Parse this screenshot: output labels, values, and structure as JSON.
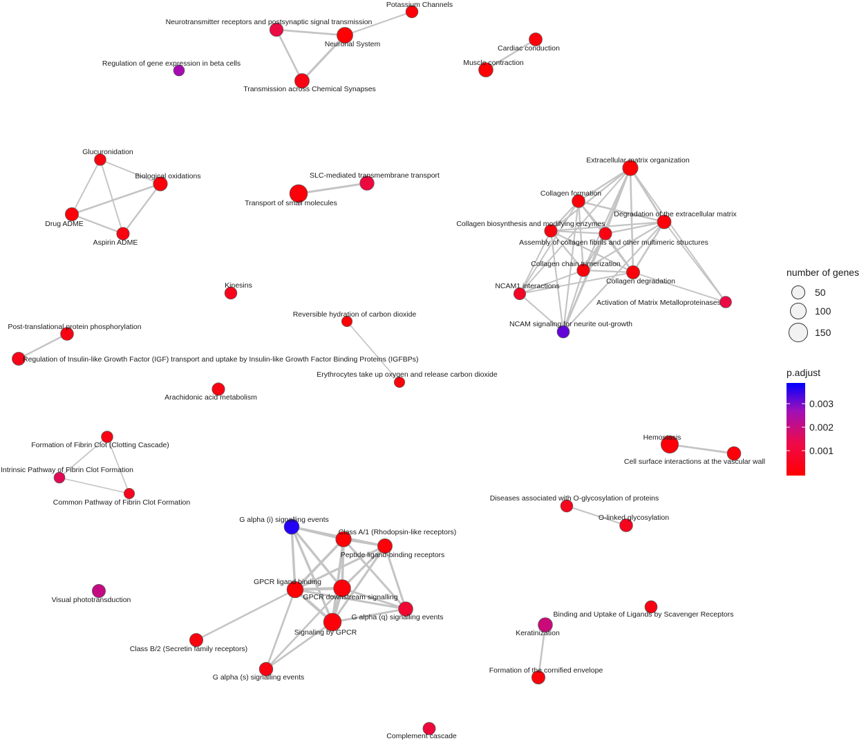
{
  "legend": {
    "size_title": "number of genes",
    "size_levels": [
      50,
      100,
      150
    ],
    "color_title": "p.adjust",
    "color_ticks": [
      "0.003",
      "0.002",
      "0.001"
    ],
    "color_low": "#ff0000",
    "color_high": "#0000ff"
  },
  "nodes": [
    {
      "id": "potassium",
      "label": "Potassium Channels",
      "genes": 38,
      "padj": 0.0002
    },
    {
      "id": "neurotrans",
      "label": "Neurotransmitter receptors and postsynaptic signal transmission",
      "genes": 58,
      "padj": 0.0014
    },
    {
      "id": "neuronal",
      "label": "Neuronal System",
      "genes": 110,
      "padj": 0.0001
    },
    {
      "id": "transchem",
      "label": "Transmission across Chemical Synapses",
      "genes": 80,
      "padj": 0.0004
    },
    {
      "id": "betacells",
      "label": "Regulation of gene expression in beta cells",
      "genes": 22,
      "padj": 0.0026
    },
    {
      "id": "cardiac",
      "label": "Cardiac conduction",
      "genes": 52,
      "padj": 0.0002
    },
    {
      "id": "muscle",
      "label": "Muscle contraction",
      "genes": 75,
      "padj": 0.0001
    },
    {
      "id": "glucuron",
      "label": "Glucuronidation",
      "genes": 30,
      "padj": 0.0003
    },
    {
      "id": "bioox",
      "label": "Biological oxidations",
      "genes": 70,
      "padj": 0.0002
    },
    {
      "id": "drugadme",
      "label": "Drug ADME",
      "genes": 55,
      "padj": 0.0002
    },
    {
      "id": "aspirin",
      "label": "Aspirin ADME",
      "genes": 45,
      "padj": 0.0003
    },
    {
      "id": "slc",
      "label": "SLC-mediated transmembrane transport",
      "genes": 72,
      "padj": 0.0013
    },
    {
      "id": "transportsmall",
      "label": "Transport of small molecules",
      "genes": 160,
      "padj": 0.0002
    },
    {
      "id": "ecmorg",
      "label": "Extracellular matrix organization",
      "genes": 98,
      "padj": 0.0001
    },
    {
      "id": "collform",
      "label": "Collagen formation",
      "genes": 50,
      "padj": 0.0002
    },
    {
      "id": "degecm",
      "label": "Degradation of the extracellular matrix",
      "genes": 65,
      "padj": 0.0002
    },
    {
      "id": "collbio",
      "label": "Collagen biosynthesis and modifying enzymes",
      "genes": 45,
      "padj": 0.0003
    },
    {
      "id": "assembly",
      "label": "Assembly of collagen fibrils and other multimeric structures",
      "genes": 45,
      "padj": 0.0004
    },
    {
      "id": "collchain",
      "label": "Collagen chain trimerization",
      "genes": 45,
      "padj": 0.0002
    },
    {
      "id": "colldeg",
      "label": "Collagen degradation",
      "genes": 55,
      "padj": 0.0002
    },
    {
      "id": "ncam1",
      "label": "NCAM1 interactions",
      "genes": 34,
      "padj": 0.0008
    },
    {
      "id": "mmp",
      "label": "Activation of Matrix Metalloproteinases",
      "genes": 30,
      "padj": 0.0014
    },
    {
      "id": "ncamsig",
      "label": "NCAM signaling for neurite out-growth",
      "genes": 40,
      "padj": 0.0031
    },
    {
      "id": "kinesins",
      "label": "Kinesins",
      "genes": 38,
      "padj": 0.0006
    },
    {
      "id": "revhyd",
      "label": "Reversible hydration of carbon dioxide",
      "genes": 18,
      "padj": 0.0001
    },
    {
      "id": "erythro",
      "label": "Erythrocytes take up oxygen and release carbon dioxide",
      "genes": 18,
      "padj": 0.0002
    },
    {
      "id": "posttrans",
      "label": "Post-translational protein phosphorylation",
      "genes": 50,
      "padj": 0.0004
    },
    {
      "id": "igfbp",
      "label": "Regulation of Insulin-like Growth Factor (IGF) transport and uptake by Insulin-like Growth Factor Binding Proteins (IGFBPs)",
      "genes": 52,
      "padj": 0.0005
    },
    {
      "id": "arach",
      "label": "Arachidonic acid metabolism",
      "genes": 45,
      "padj": 0.0004
    },
    {
      "id": "fibrinclot",
      "label": "Formation of Fibrin Clot (Clotting Cascade)",
      "genes": 30,
      "padj": 0.0004
    },
    {
      "id": "intrinsic",
      "label": "Intrinsic Pathway of Fibrin Clot Formation",
      "genes": 22,
      "padj": 0.0016
    },
    {
      "id": "common",
      "label": "Common Pathway of Fibrin Clot Formation",
      "genes": 18,
      "padj": 0.0006
    },
    {
      "id": "hemostasis",
      "label": "Hemostasis",
      "genes": 150,
      "padj": 0.0002
    },
    {
      "id": "cellsurf",
      "label": "Cell surface interactions at the vascular wall",
      "genes": 62,
      "padj": 0.0002
    },
    {
      "id": "oglydis",
      "label": "Diseases associated with O-glycosylation of proteins",
      "genes": 38,
      "padj": 0.0006
    },
    {
      "id": "olinked",
      "label": "O-linked glycosylation",
      "genes": 50,
      "padj": 0.0006
    },
    {
      "id": "gai",
      "label": "G alpha (i) signalling events",
      "genes": 90,
      "padj": 0.0035
    },
    {
      "id": "classa",
      "label": "Class A/1 (Rhodopsin-like receptors)",
      "genes": 100,
      "padj": 0.0001
    },
    {
      "id": "peptide",
      "label": "Peptide ligand-binding receptors",
      "genes": 80,
      "padj": 0.0002
    },
    {
      "id": "gpcrlig",
      "label": "GPCR ligand binding",
      "genes": 120,
      "padj": 0.0001
    },
    {
      "id": "gpcrdown",
      "label": "GPCR downstream signalling",
      "genes": 140,
      "padj": 0.0002
    },
    {
      "id": "gaq",
      "label": "G alpha (q) signalling events",
      "genes": 75,
      "padj": 0.001
    },
    {
      "id": "sigbygpcr",
      "label": "Signaling by GPCR",
      "genes": 160,
      "padj": 0.0002
    },
    {
      "id": "visual",
      "label": "Visual phototransduction",
      "genes": 55,
      "padj": 0.0021
    },
    {
      "id": "classb",
      "label": "Class B/2 (Secretin family receptors)",
      "genes": 55,
      "padj": 0.0003
    },
    {
      "id": "gas",
      "label": "G alpha (s) signalling events",
      "genes": 60,
      "padj": 0.0004
    },
    {
      "id": "scavenger",
      "label": "Binding and Uptake of Ligands by Scavenger Receptors",
      "genes": 40,
      "padj": 0.0004
    },
    {
      "id": "keratin",
      "label": "Keratinization",
      "genes": 75,
      "padj": 0.002
    },
    {
      "id": "cornified",
      "label": "Formation of the cornified envelope",
      "genes": 55,
      "padj": 0.0002
    },
    {
      "id": "complement",
      "label": "Complement cascade",
      "genes": 42,
      "padj": 0.0012
    }
  ],
  "edges": [
    [
      "neurotrans",
      "neuronal"
    ],
    [
      "neurotrans",
      "transchem"
    ],
    [
      "neuronal",
      "transchem"
    ],
    [
      "neuronal",
      "potassium"
    ],
    [
      "cardiac",
      "muscle"
    ],
    [
      "glucuron",
      "bioox"
    ],
    [
      "glucuron",
      "drugadme"
    ],
    [
      "glucuron",
      "aspirin"
    ],
    [
      "bioox",
      "drugadme"
    ],
    [
      "bioox",
      "aspirin"
    ],
    [
      "drugadme",
      "aspirin"
    ],
    [
      "transportsmall",
      "slc"
    ],
    [
      "ecmorg",
      "collform"
    ],
    [
      "ecmorg",
      "degecm"
    ],
    [
      "ecmorg",
      "collbio"
    ],
    [
      "ecmorg",
      "assembly"
    ],
    [
      "ecmorg",
      "collchain"
    ],
    [
      "ecmorg",
      "colldeg"
    ],
    [
      "ecmorg",
      "ncam1"
    ],
    [
      "ecmorg",
      "mmp"
    ],
    [
      "ecmorg",
      "ncamsig"
    ],
    [
      "collform",
      "collbio"
    ],
    [
      "collform",
      "assembly"
    ],
    [
      "collform",
      "collchain"
    ],
    [
      "collform",
      "colldeg"
    ],
    [
      "collform",
      "degecm"
    ],
    [
      "collform",
      "ncam1"
    ],
    [
      "collform",
      "ncamsig"
    ],
    [
      "degecm",
      "collbio"
    ],
    [
      "degecm",
      "assembly"
    ],
    [
      "degecm",
      "collchain"
    ],
    [
      "degecm",
      "colldeg"
    ],
    [
      "degecm",
      "mmp"
    ],
    [
      "degecm",
      "ncamsig"
    ],
    [
      "collbio",
      "assembly"
    ],
    [
      "collbio",
      "collchain"
    ],
    [
      "collbio",
      "colldeg"
    ],
    [
      "collbio",
      "ncam1"
    ],
    [
      "collbio",
      "ncamsig"
    ],
    [
      "assembly",
      "collchain"
    ],
    [
      "assembly",
      "colldeg"
    ],
    [
      "assembly",
      "ncamsig"
    ],
    [
      "collchain",
      "colldeg"
    ],
    [
      "collchain",
      "ncam1"
    ],
    [
      "collchain",
      "ncamsig"
    ],
    [
      "colldeg",
      "mmp"
    ],
    [
      "colldeg",
      "ncam1"
    ],
    [
      "ncam1",
      "ncamsig"
    ],
    [
      "revhyd",
      "erythro"
    ],
    [
      "posttrans",
      "igfbp"
    ],
    [
      "fibrinclot",
      "intrinsic"
    ],
    [
      "fibrinclot",
      "common"
    ],
    [
      "intrinsic",
      "common"
    ],
    [
      "hemostasis",
      "cellsurf"
    ],
    [
      "oglydis",
      "olinked"
    ],
    [
      "gai",
      "classa"
    ],
    [
      "gai",
      "peptide"
    ],
    [
      "gai",
      "gpcrlig"
    ],
    [
      "gai",
      "gpcrdown"
    ],
    [
      "gai",
      "sigbygpcr"
    ],
    [
      "classa",
      "peptide"
    ],
    [
      "classa",
      "gpcrlig"
    ],
    [
      "classa",
      "gpcrdown"
    ],
    [
      "classa",
      "sigbygpcr"
    ],
    [
      "peptide",
      "gpcrlig"
    ],
    [
      "peptide",
      "gpcrdown"
    ],
    [
      "peptide",
      "sigbygpcr"
    ],
    [
      "peptide",
      "gaq"
    ],
    [
      "gpcrlig",
      "gpcrdown"
    ],
    [
      "gpcrlig",
      "sigbygpcr"
    ],
    [
      "gpcrlig",
      "gaq"
    ],
    [
      "gpcrlig",
      "classb"
    ],
    [
      "gpcrlig",
      "gas"
    ],
    [
      "gpcrdown",
      "sigbygpcr"
    ],
    [
      "gpcrdown",
      "gaq"
    ],
    [
      "gpcrdown",
      "gas"
    ],
    [
      "sigbygpcr",
      "gaq"
    ],
    [
      "sigbygpcr",
      "gas"
    ],
    [
      "classa",
      "gaq"
    ],
    [
      "keratin",
      "cornified"
    ]
  ]
}
